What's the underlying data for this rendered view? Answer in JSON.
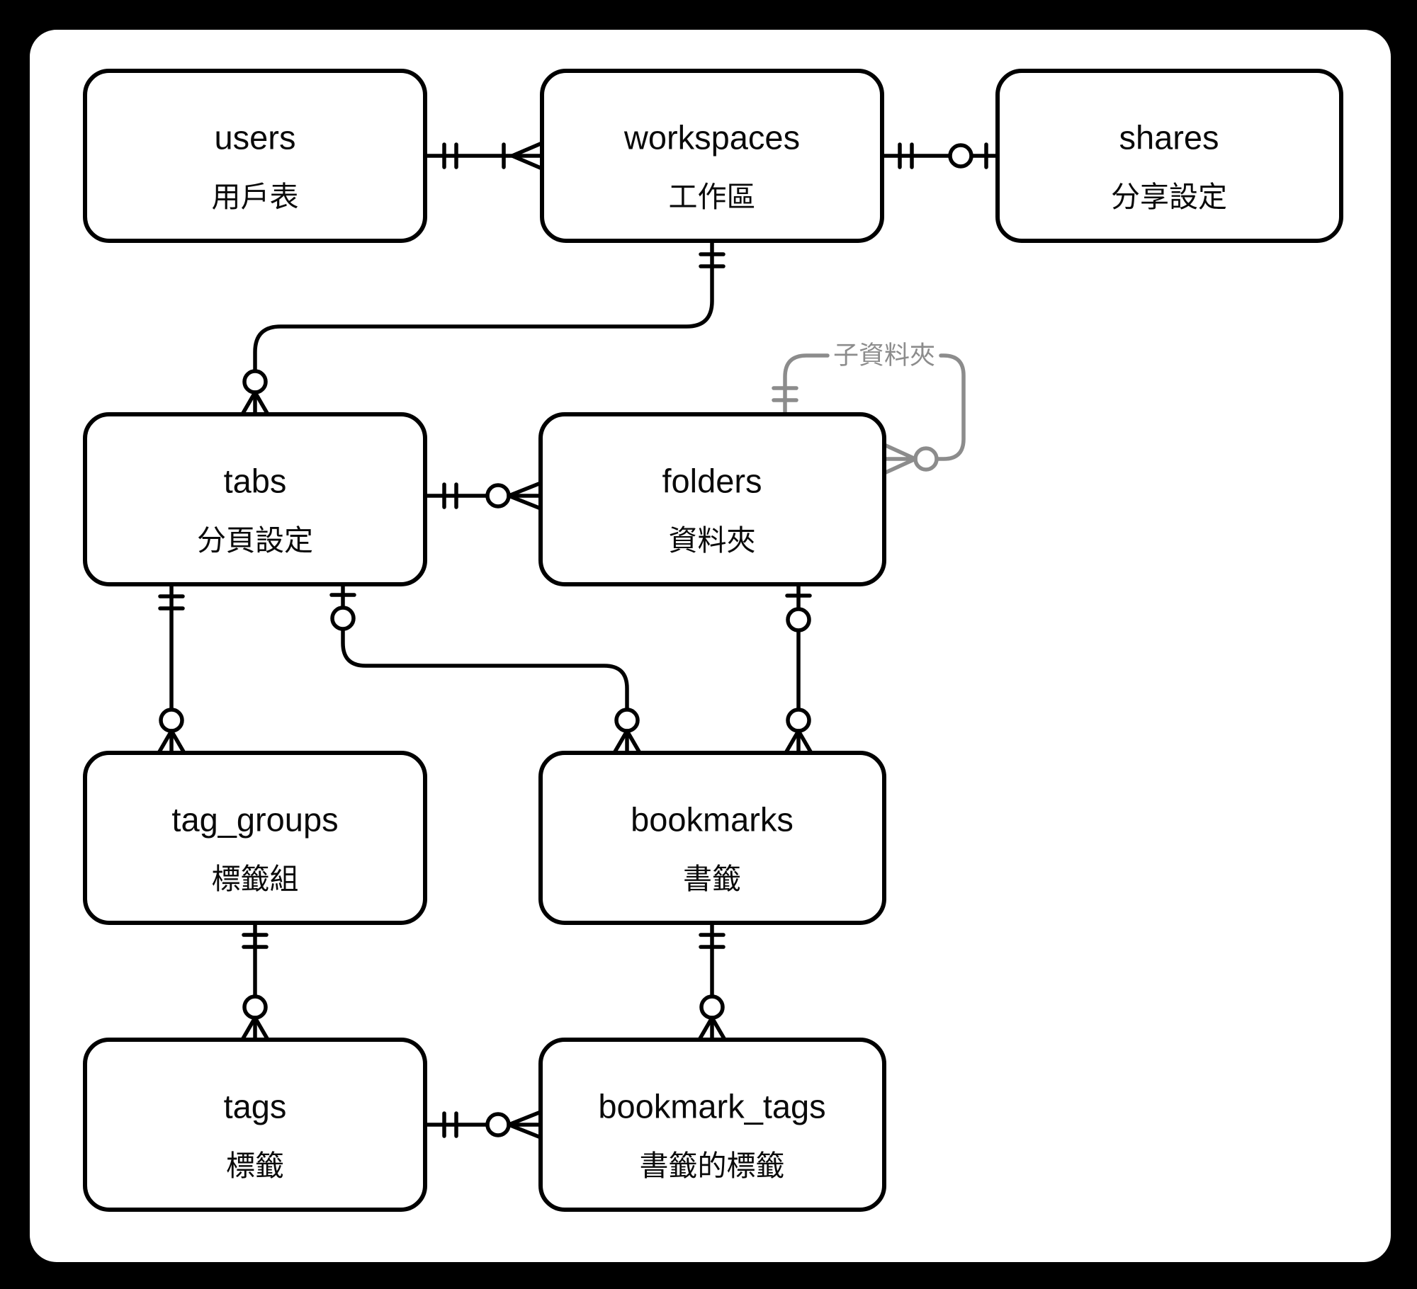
{
  "colors": {
    "background": "#000000",
    "panel": "#ffffff",
    "line": "#000000",
    "muted": "#8c8c8c"
  },
  "entities": [
    {
      "id": "users",
      "name": "users",
      "label_zh": "用戶表"
    },
    {
      "id": "workspaces",
      "name": "workspaces",
      "label_zh": "工作區"
    },
    {
      "id": "shares",
      "name": "shares",
      "label_zh": "分享設定"
    },
    {
      "id": "tabs",
      "name": "tabs",
      "label_zh": "分頁設定"
    },
    {
      "id": "folders",
      "name": "folders",
      "label_zh": "資料夾"
    },
    {
      "id": "tag_groups",
      "name": "tag_groups",
      "label_zh": "標籤組"
    },
    {
      "id": "bookmarks",
      "name": "bookmarks",
      "label_zh": "書籤"
    },
    {
      "id": "tags",
      "name": "tags",
      "label_zh": "標籤"
    },
    {
      "id": "bookmark_tags",
      "name": "bookmark_tags",
      "label_zh": "書籤的標籤"
    }
  ],
  "relations": [
    {
      "from": "users",
      "to": "workspaces",
      "from_cardinality": "exactly-one",
      "to_cardinality": "one-or-many"
    },
    {
      "from": "workspaces",
      "to": "shares",
      "from_cardinality": "exactly-one",
      "to_cardinality": "zero-or-one"
    },
    {
      "from": "workspaces",
      "to": "tabs",
      "from_cardinality": "exactly-one",
      "to_cardinality": "zero-or-many"
    },
    {
      "from": "tabs",
      "to": "folders",
      "from_cardinality": "exactly-one",
      "to_cardinality": "zero-or-many"
    },
    {
      "from": "folders",
      "to": "folders",
      "label": "子資料夾",
      "from_cardinality": "exactly-one",
      "to_cardinality": "zero-or-many"
    },
    {
      "from": "tabs",
      "to": "tag_groups",
      "from_cardinality": "exactly-one",
      "to_cardinality": "zero-or-many"
    },
    {
      "from": "tabs",
      "to": "bookmarks",
      "from_cardinality": "zero-or-one",
      "to_cardinality": "zero-or-many"
    },
    {
      "from": "folders",
      "to": "bookmarks",
      "from_cardinality": "zero-or-one",
      "to_cardinality": "zero-or-many"
    },
    {
      "from": "tag_groups",
      "to": "tags",
      "from_cardinality": "exactly-one",
      "to_cardinality": "zero-or-many"
    },
    {
      "from": "bookmarks",
      "to": "bookmark_tags",
      "from_cardinality": "exactly-one",
      "to_cardinality": "zero-or-many"
    },
    {
      "from": "tags",
      "to": "bookmark_tags",
      "from_cardinality": "exactly-one",
      "to_cardinality": "zero-or-many"
    }
  ]
}
